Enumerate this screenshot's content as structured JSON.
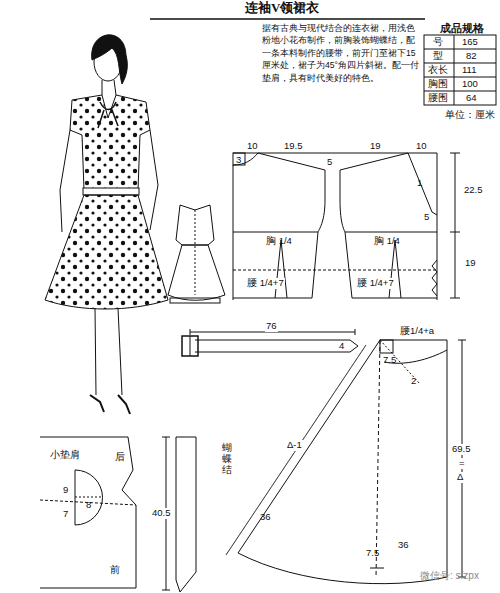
{
  "diagram": {
    "title": "连袖V领裙衣",
    "labels": [
      "据有古典与现代结合的连衣裙，用浅色粉地小花布制作，前胸装饰蝴蝶结，配一条本料制作的腰带，前开门至裙下15厘米处，裙子为45°角四片斜裙。配一付垫肩，具有时代美好的特色。",
      "成品规格",
      "号",
      "165",
      "型",
      "82",
      "衣长",
      "111",
      "胸围",
      "100",
      "腰围",
      "64",
      "单位：厘米",
      "3",
      "10",
      "19.5",
      "5",
      "19",
      "10",
      "1",
      "22.5",
      "5",
      "19",
      "胸 1/4",
      "胸 1/4",
      "腰 1/4+7",
      "腰 1/4+7",
      "76",
      "4",
      "腰1/4+a",
      "7.5",
      "2",
      "Δ-1",
      "69.5",
      "=",
      "Δ",
      "36",
      "36",
      "7.5",
      "小垫肩",
      "后",
      "9",
      "8",
      "7",
      "前",
      "蝴蝶结",
      "40.5",
      "微信号: sfzpx"
    ]
  }
}
